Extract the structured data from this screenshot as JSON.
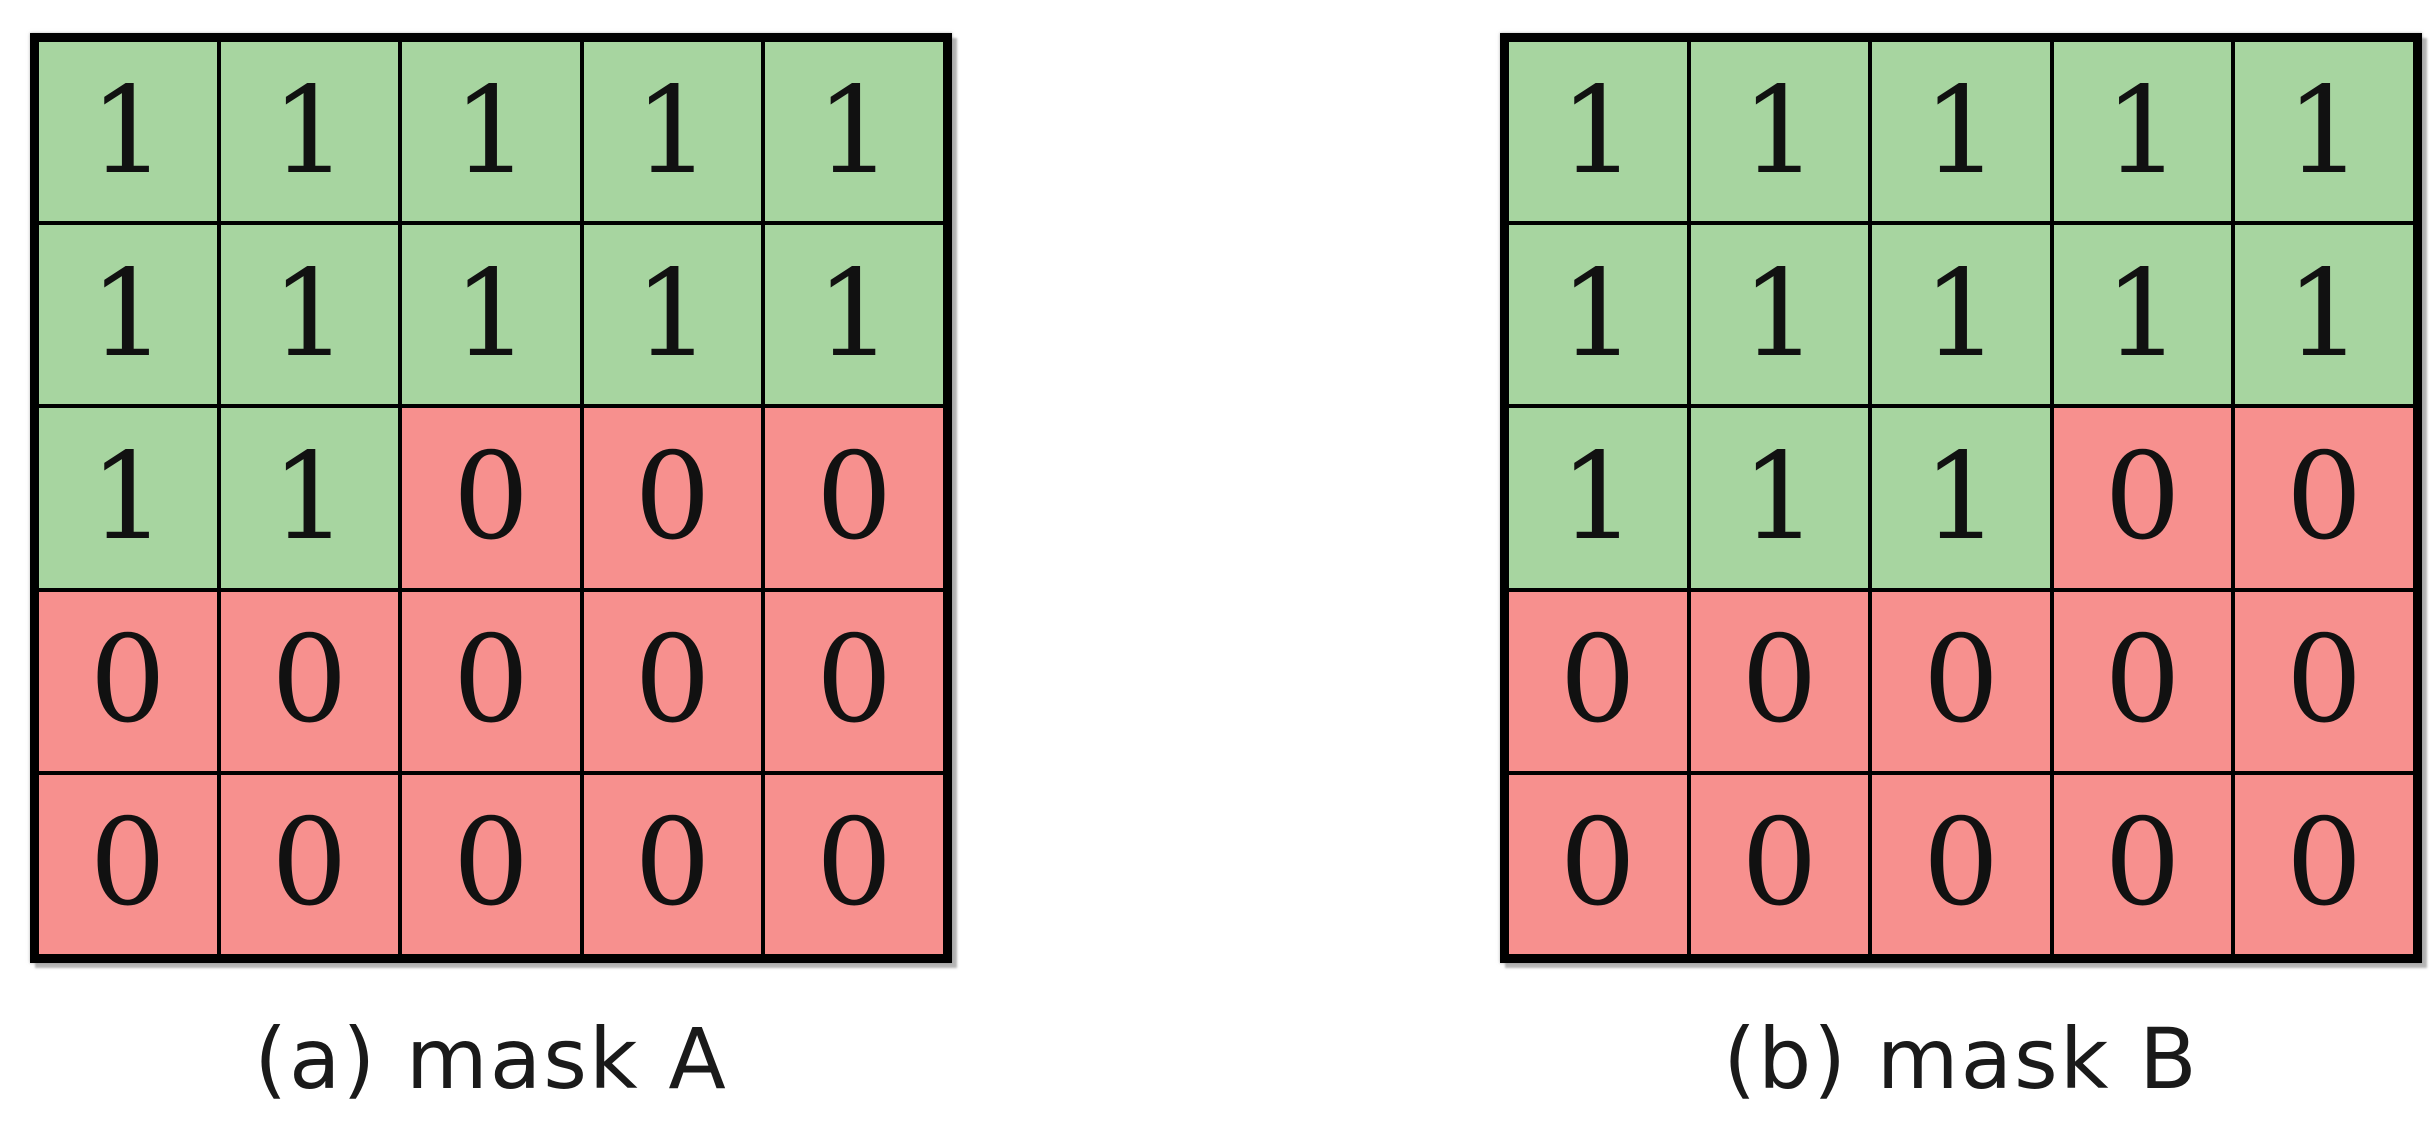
{
  "figure": {
    "description": "Two 5x5 binary segmentation masks shown as colored grids",
    "background": "#ffffff"
  },
  "colors": {
    "one_fill": "#a7d5a0",
    "zero_fill": "#f7908e",
    "grid_line": "#000000",
    "digit_color": "#111111"
  },
  "masks": [
    {
      "id": "mask-a",
      "caption": "(a) mask A",
      "rows": [
        [
          1,
          1,
          1,
          1,
          1
        ],
        [
          1,
          1,
          1,
          1,
          1
        ],
        [
          1,
          1,
          0,
          0,
          0
        ],
        [
          0,
          0,
          0,
          0,
          0
        ],
        [
          0,
          0,
          0,
          0,
          0
        ]
      ]
    },
    {
      "id": "mask-b",
      "caption": "(b) mask B",
      "rows": [
        [
          1,
          1,
          1,
          1,
          1
        ],
        [
          1,
          1,
          1,
          1,
          1
        ],
        [
          1,
          1,
          1,
          0,
          0
        ],
        [
          0,
          0,
          0,
          0,
          0
        ],
        [
          0,
          0,
          0,
          0,
          0
        ]
      ]
    }
  ]
}
